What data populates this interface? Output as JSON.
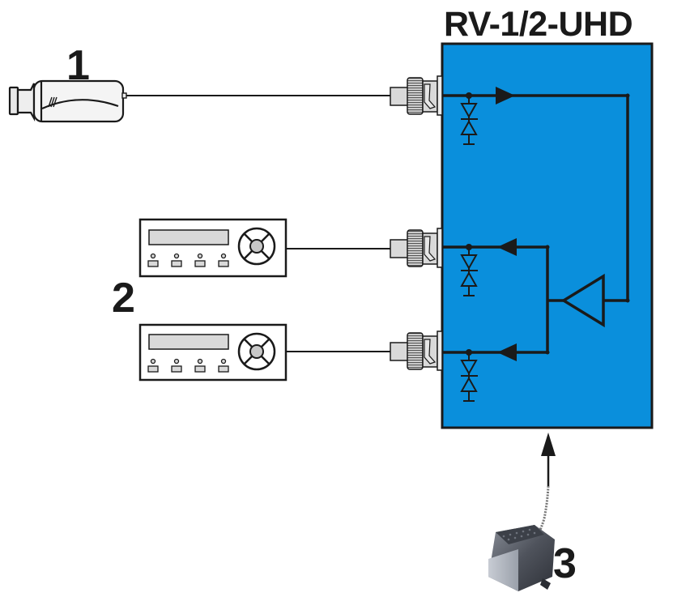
{
  "device": {
    "title": "RV-1/2-UHD",
    "box_color": "#0a8fdc"
  },
  "labels": {
    "camera": "1",
    "receivers": "2",
    "power_supply": "3"
  },
  "components": [
    {
      "id": "camera",
      "name": "video camera",
      "label": "1"
    },
    {
      "id": "receiver-1",
      "name": "video receiver / DVR",
      "label": "2"
    },
    {
      "id": "receiver-2",
      "name": "video receiver / DVR",
      "label": "2"
    },
    {
      "id": "power-adapter",
      "name": "plug-in power adapter",
      "label": "3"
    }
  ],
  "connections": [
    {
      "from": "camera",
      "to": "RV-1/2-UHD input",
      "direction": "in"
    },
    {
      "from": "RV-1/2-UHD output 1",
      "to": "receiver-1",
      "direction": "out"
    },
    {
      "from": "RV-1/2-UHD output 2",
      "to": "receiver-2",
      "direction": "out"
    },
    {
      "from": "power-adapter",
      "to": "RV-1/2-UHD",
      "direction": "in"
    }
  ]
}
